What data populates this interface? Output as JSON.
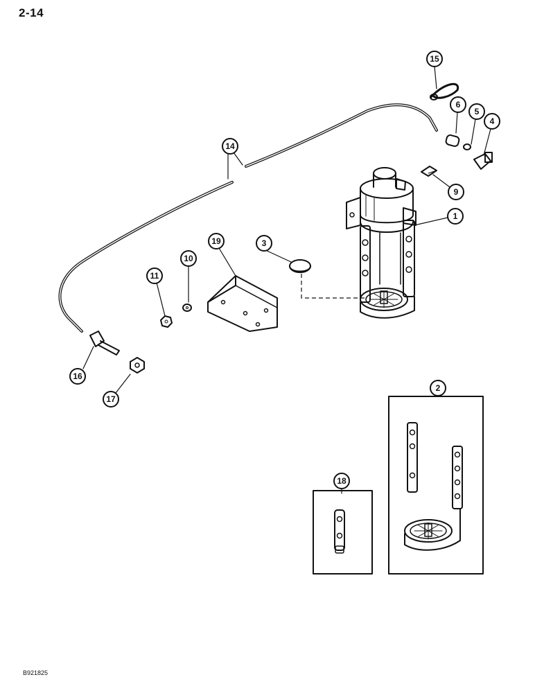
{
  "page": {
    "number": "2-14",
    "figure_code": "B921825"
  },
  "callouts": {
    "c1": "1",
    "c2": "2",
    "c3": "3",
    "c4": "4",
    "c5": "5",
    "c6": "6",
    "c9": "9",
    "c10": "10",
    "c11": "11",
    "c14": "14",
    "c15": "15",
    "c16": "16",
    "c17": "17",
    "c18": "18",
    "c19": "19"
  }
}
